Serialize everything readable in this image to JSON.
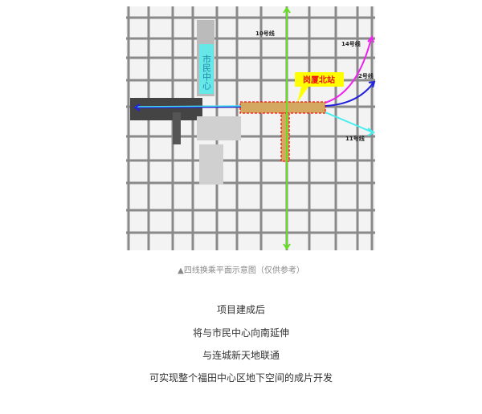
{
  "map": {
    "station_label": "岗厦北站",
    "civic_center_label": "市民中心",
    "lines": [
      {
        "name": "10号线",
        "color": "#66dd22"
      },
      {
        "name": "14号线",
        "color": "#ee22ee"
      },
      {
        "name": "2号线",
        "color": "#2222dd"
      },
      {
        "name": "11号线",
        "color": "#44eeee"
      }
    ],
    "station_box_color": "#ffff00",
    "station_text_color": "#ee1111"
  },
  "caption": "▲四线换乘平面示意图（仅供参考）",
  "paragraphs": [
    "项目建成后",
    "将与市民中心向南延伸",
    "与连城新天地联通",
    "可实现整个福田中心区地下空间的成片开发"
  ]
}
